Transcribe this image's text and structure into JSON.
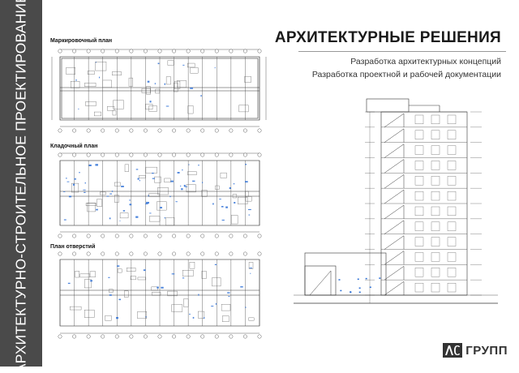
{
  "sidebar": {
    "text": "АРХИТЕКТУРНО-СТРОИТЕЛЬНОЕ ПРОЕКТИРОВАНИЕ"
  },
  "plans": [
    {
      "label": "Маркировочный план"
    },
    {
      "label": "Кладочный план"
    },
    {
      "label": "План отверстий"
    }
  ],
  "header": {
    "title": "АРХИТЕКТУРНЫЕ РЕШЕНИЯ",
    "lines": [
      "Разработка архитектурных концепций",
      "Разработка проектной и рабочей документации"
    ]
  },
  "logo": {
    "text": "ГРУПП"
  },
  "colors": {
    "sidebar": "#4a4a4a",
    "drawing_line": "#333333",
    "drawing_accent": "#2b6fd6"
  }
}
